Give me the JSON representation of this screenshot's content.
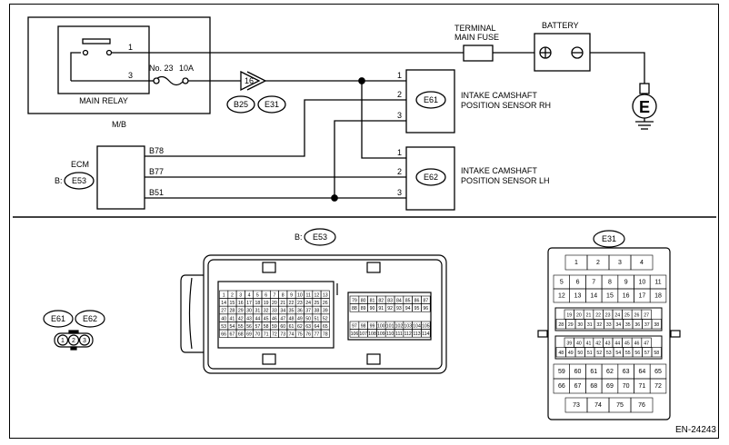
{
  "main_relay": {
    "label": "MAIN RELAY",
    "group": "M/B",
    "pin_top": "1",
    "pin_bottom": "3"
  },
  "fuse_no23": {
    "label": "No. 23",
    "rating": "10A"
  },
  "terminal_main_fuse": {
    "line1": "TERMINAL",
    "line2": "MAIN FUSE"
  },
  "battery": {
    "label": "BATTERY"
  },
  "ground": {
    "label": "E"
  },
  "joint_connector": {
    "pin": "16",
    "conn_a": "B25",
    "conn_b": "E31"
  },
  "sensor_rh": {
    "connector": "E61",
    "line1": "INTAKE CAMSHAFT",
    "line2": "POSITION SENSOR RH",
    "pins": [
      "1",
      "2",
      "3"
    ]
  },
  "sensor_lh": {
    "connector": "E62",
    "line1": "INTAKE CAMSHAFT",
    "line2": "POSITION SENSOR LH",
    "pins": [
      "1",
      "2",
      "3"
    ]
  },
  "ecm": {
    "label": "ECM",
    "prefix": "B:",
    "connector": "E53",
    "pins": [
      "B78",
      "B77",
      "B51"
    ]
  },
  "bottom": {
    "e53_prefix": "B:",
    "e53_label": "E53",
    "e31_label": "E31",
    "e61_label": "E61",
    "e62_label": "E62",
    "sensor_pins": [
      "1",
      "2",
      "3"
    ],
    "e53_left_rows": [
      [
        "1",
        "2",
        "3",
        "4",
        "5",
        "6",
        "7",
        "8",
        "9",
        "10",
        "11",
        "12",
        "13"
      ],
      [
        "14",
        "15",
        "16",
        "17",
        "18",
        "19",
        "20",
        "21",
        "22",
        "23",
        "24",
        "25",
        "26"
      ],
      [
        "27",
        "28",
        "29",
        "30",
        "31",
        "32",
        "33",
        "34",
        "35",
        "36",
        "37",
        "38",
        "39"
      ],
      [
        "40",
        "41",
        "42",
        "43",
        "44",
        "45",
        "46",
        "47",
        "48",
        "49",
        "50",
        "51",
        "52"
      ],
      [
        "53",
        "54",
        "55",
        "56",
        "57",
        "58",
        "59",
        "60",
        "61",
        "62",
        "63",
        "64",
        "65"
      ],
      [
        "66",
        "67",
        "68",
        "69",
        "70",
        "71",
        "72",
        "73",
        "74",
        "75",
        "76",
        "77",
        "78"
      ]
    ],
    "e53_right_top": [
      [
        "79",
        "80",
        "81",
        "82",
        "83",
        "84",
        "85",
        "86",
        "87"
      ],
      [
        "88",
        "89",
        "90",
        "91",
        "92",
        "93",
        "94",
        "95",
        "96"
      ]
    ],
    "e53_right_bottom": [
      [
        "97",
        "98",
        "99",
        "100",
        "101",
        "102",
        "103",
        "104",
        "105"
      ],
      [
        "106",
        "107",
        "108",
        "109",
        "110",
        "111",
        "112",
        "113",
        "114"
      ]
    ],
    "e31_row1": [
      "1",
      "2",
      "3",
      "4"
    ],
    "e31_rows_a": [
      [
        "5",
        "6",
        "7",
        "8",
        "9",
        "10",
        "11"
      ],
      [
        "12",
        "13",
        "14",
        "15",
        "16",
        "17",
        "18"
      ]
    ],
    "e31_rows_b": [
      [
        "19",
        "20",
        "21",
        "22",
        "23",
        "24",
        "25",
        "26",
        "27"
      ],
      [
        "28",
        "29",
        "30",
        "31",
        "32",
        "33",
        "34",
        "35",
        "36",
        "37",
        "38"
      ]
    ],
    "e31_rows_c": [
      [
        "39",
        "40",
        "41",
        "42",
        "43",
        "44",
        "45",
        "46",
        "47"
      ],
      [
        "48",
        "49",
        "50",
        "51",
        "52",
        "53",
        "54",
        "55",
        "56",
        "57",
        "58"
      ]
    ],
    "e31_rows_d": [
      [
        "59",
        "60",
        "61",
        "62",
        "63",
        "64",
        "65"
      ],
      [
        "66",
        "67",
        "68",
        "69",
        "70",
        "71",
        "72"
      ]
    ],
    "e31_row_last": [
      "73",
      "74",
      "75",
      "76"
    ]
  },
  "footer_code": "EN-24243"
}
